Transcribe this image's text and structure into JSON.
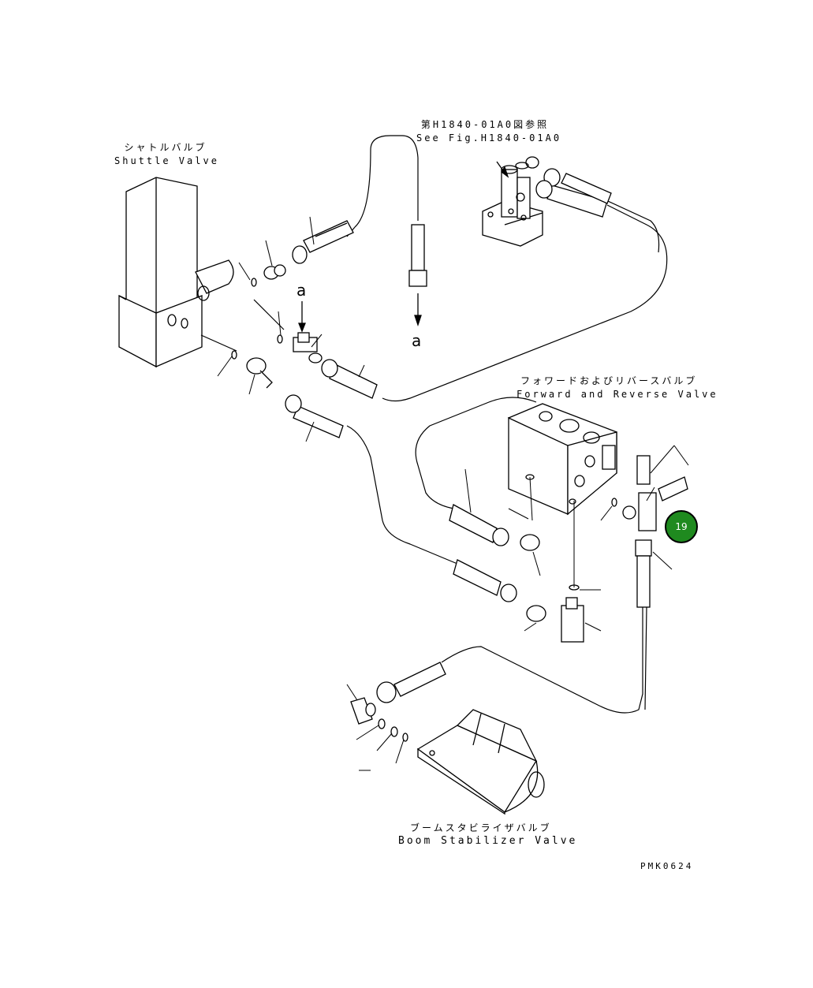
{
  "labels": {
    "shuttle_jp": "シャトルバルブ",
    "shuttle_en": "Shuttle Valve",
    "ref_jp": "第H1840-01A0図参照",
    "ref_en": "See Fig.H1840-01A0",
    "fwd_jp": "フォワードおよびリバースバルブ",
    "fwd_en": "Forward and Reverse Valve",
    "boom_jp": "ブームスタビライザバルブ",
    "boom_en": "Boom Stabilizer Valve",
    "arrow_a_top": "a",
    "arrow_a_bottom": "a",
    "drawing_code": "PMK0624"
  },
  "callout": {
    "number": "19",
    "color": "#1f8a1f"
  }
}
